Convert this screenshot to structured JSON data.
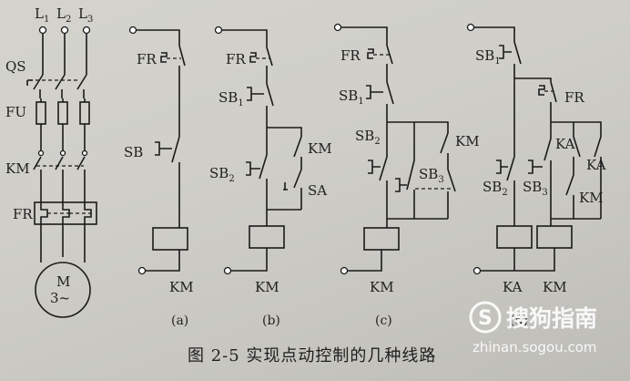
{
  "labels": {
    "L1": "L",
    "L1_sub": "1",
    "L2": "L",
    "L2_sub": "2",
    "L3": "L",
    "L3_sub": "3",
    "QS": "QS",
    "FU": "FU",
    "KM_main": "KM",
    "FR_main": "FR",
    "motor_M": "M",
    "motor_phase": "3~",
    "a_FR": "FR",
    "a_SB": "SB",
    "a_KM": "KM",
    "b_FR": "FR",
    "b_SB1": "SB",
    "b_SB1_sub": "1",
    "b_SB2": "SB",
    "b_SB2_sub": "2",
    "b_KM_contact": "KM",
    "b_SA": "SA",
    "b_KM": "KM",
    "c_FR": "FR",
    "c_SB1": "SB",
    "c_SB1_sub": "1",
    "c_SB2": "SB",
    "c_SB2_sub": "2",
    "c_SB3": "SB",
    "c_SB3_sub": "3",
    "c_KM_contact": "KM",
    "c_KM": "KM",
    "d_SB1": "SB",
    "d_SB1_sub": "1",
    "d_FR": "FR",
    "d_KA1": "KA",
    "d_KA2": "KA",
    "d_KM_contact": "KM",
    "d_SB2": "SB",
    "d_SB2_sub": "2",
    "d_SB3": "SB",
    "d_SB3_sub": "3",
    "d_KA": "KA",
    "d_KM": "KM"
  },
  "captions": {
    "a": "(a)",
    "b": "(b)",
    "c": "(c)",
    "d": "(d)"
  },
  "figure_caption": "图 2-5   实现点动控制的几种线路",
  "watermark": {
    "logo_glyph": "S",
    "text": "搜狗指南",
    "url": "zhinan.sogou.com"
  }
}
